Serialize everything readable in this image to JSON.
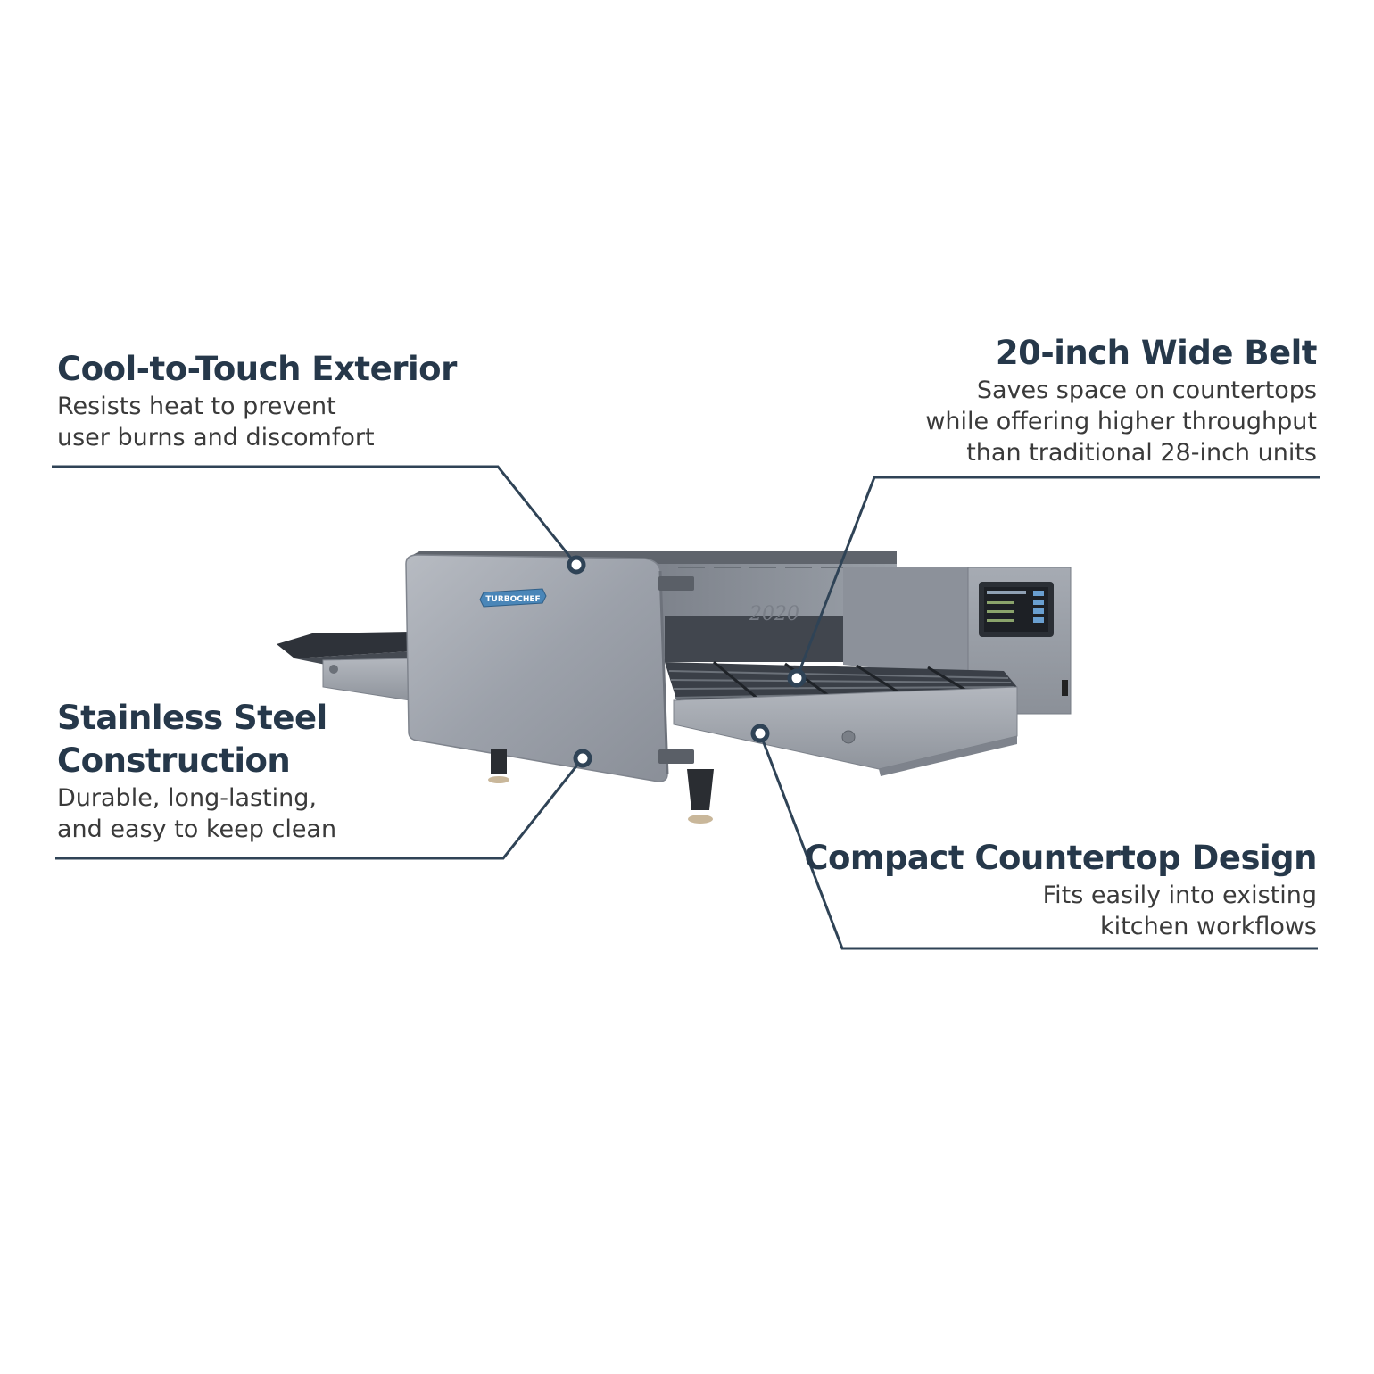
{
  "callouts": {
    "cool_touch": {
      "title": "Cool-to-Touch Exterior",
      "lines": [
        "Resists heat to prevent",
        "user burns and discomfort"
      ]
    },
    "stainless": {
      "title_lines": [
        "Stainless Steel",
        "Construction"
      ],
      "lines": [
        "Durable, long-lasting,",
        "and easy to keep clean"
      ]
    },
    "wide_belt": {
      "title": "20-inch Wide Belt",
      "lines": [
        "Saves space on countertops",
        "while offering higher throughput",
        "than traditional 28-inch units"
      ]
    },
    "compact": {
      "title": "Compact Countertop Design",
      "lines": [
        "Fits easily into existing",
        "kitchen workflows"
      ]
    }
  },
  "product": {
    "brand_logo_text": "TURBOCHEF",
    "model_stamp": "2020"
  },
  "colors": {
    "heading": "#26384a",
    "body_text": "#3a3a3a",
    "leader_line": "#2f4356",
    "steel_light": "#a9adb5",
    "steel_dark": "#6f7580",
    "belt": "#3a3f47",
    "logo_badge": "#4a86b8"
  }
}
